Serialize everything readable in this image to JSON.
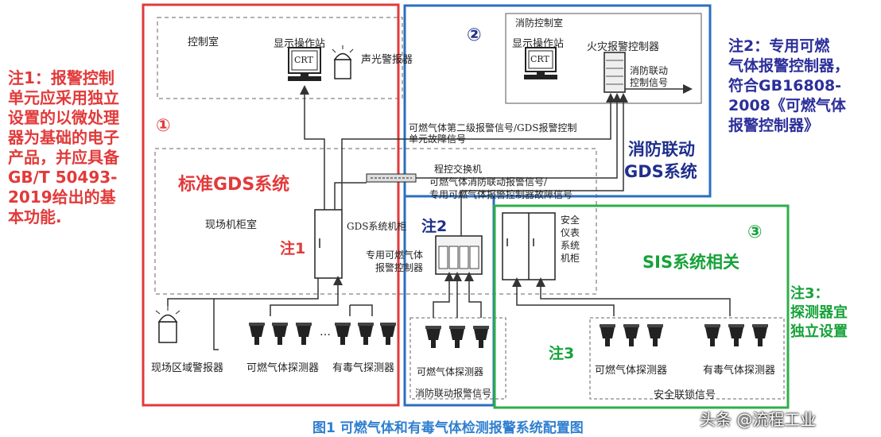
{
  "notes": {
    "note1": "注1：报警控制\n单元应采用独立\n设置的以微处理\n器为基础的电子\n产品，并应具备\nGB/T 50493-\n2019给出的基\n本功能.",
    "note2": "注2：专用可燃\n气体报警控制器，\n符合GB16808-\n2008《可燃气体\n报警控制器》",
    "note3": "注3：\n探测器宜\n独立设置"
  },
  "regions": {
    "standard": {
      "number": "①",
      "title": "标准GDS系统",
      "color": "#e23a3a"
    },
    "fire": {
      "number": "②",
      "title_line1": "消防联动",
      "title_line2": "GDS系统",
      "color": "#2a6fc0"
    },
    "sis": {
      "number": "③",
      "title": "SIS系统相关",
      "color": "#2fae4a"
    }
  },
  "labels": {
    "control_room": "控制室",
    "display_station": "显示操作站",
    "crt": "CRT",
    "sound_light_alarm": "声光警报器",
    "fire_control_room": "消防控制室",
    "fire_display_station": "显示操作站",
    "fire_crt": "CRT",
    "fire_alarm_controller": "火灾报警控制器",
    "fire_linkage_signal_1": "消防联动",
    "fire_linkage_signal_2": "控制信号",
    "signal_level2_1": "可燃气体第二级报警信号/GDS报警控制",
    "signal_level2_2": "单元故障信号",
    "pabx": "程控交换机",
    "pabx_signal_1": "可燃气体消防联动报警信号/",
    "pabx_signal_2": "专用可燃气体报警控制器故障信号",
    "field_cabinet_room": "现场机柜室",
    "gds_cabinet": "GDS系统机柜",
    "note1_tag": "注1",
    "note2_tag": "注2",
    "dedicated_controller_1": "专用可燃气体",
    "dedicated_controller_2": "报警控制器",
    "sis_cabinet_1": "安全",
    "sis_cabinet_2": "仪表",
    "sis_cabinet_3": "系统",
    "sis_cabinet_4": "机柜",
    "note3_tag": "注3",
    "field_area_alarm": "现场区域警报器",
    "combustible_detector_1": "可燃气体探测器",
    "toxic_detector_1": "有毒气探测器",
    "dots": "…",
    "combustible_detector_2": "可燃气体探测器",
    "fire_linkage_alarm_signal": "消防联动报警信号",
    "combustible_detector_3": "可燃气体探测器",
    "toxic_detector_2": "有毒气体探测器",
    "safety_interlock_signal": "安全联锁信号"
  },
  "caption": "图1  可燃气体和有毒气体检测报警系统配置图",
  "watermark": "头条 @流程工业"
}
